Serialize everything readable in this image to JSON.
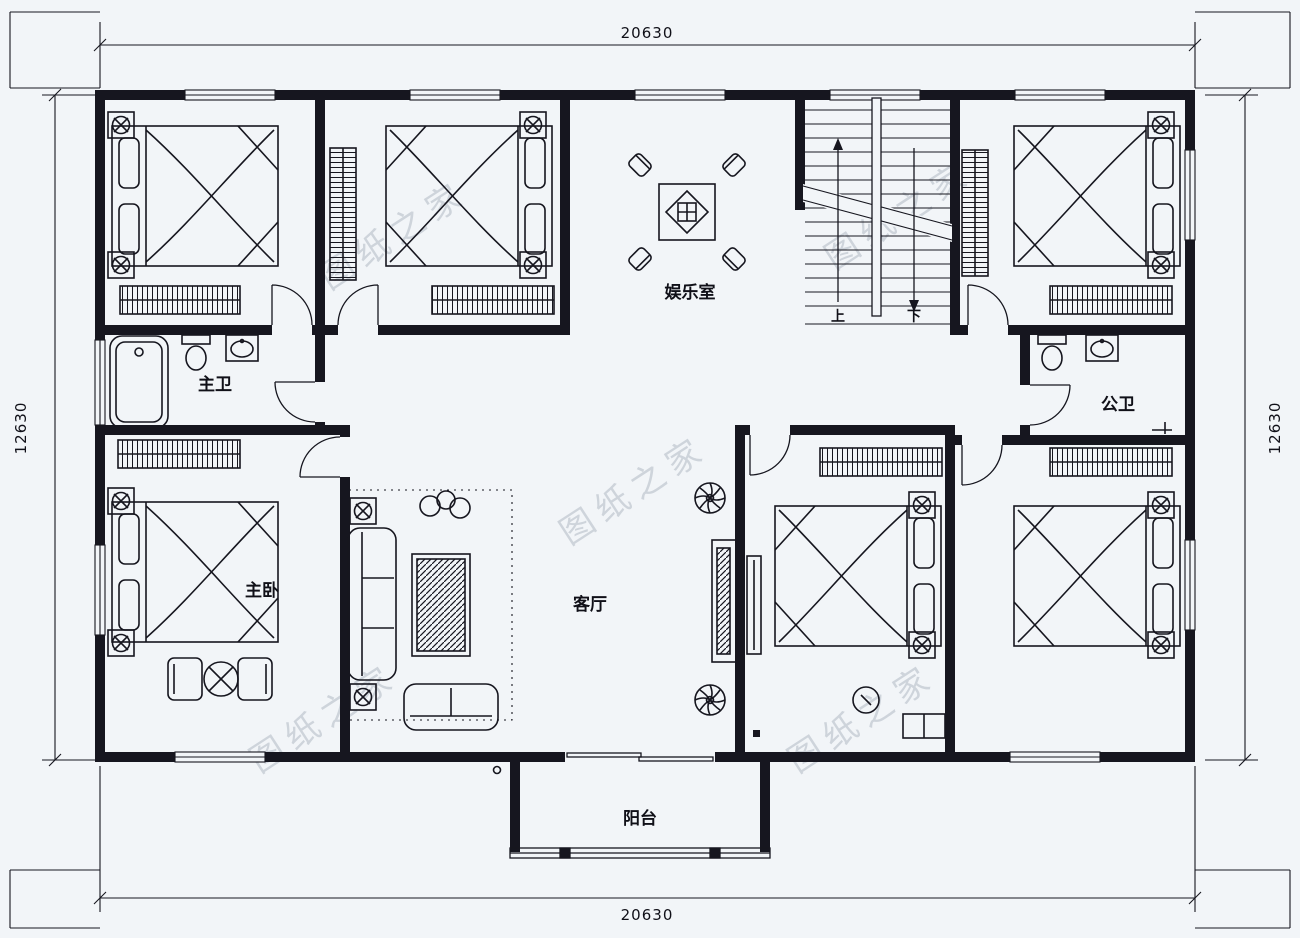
{
  "drawing": {
    "dim_top": "20630",
    "dim_bottom": "20630",
    "dim_left": "12630",
    "dim_right": "12630",
    "rooms": {
      "entertainment": "娱乐室",
      "master_bath": "主卫",
      "public_bath": "公卫",
      "master_bedroom": "主卧",
      "living_room": "客厅",
      "balcony": "阳台"
    },
    "stairs": {
      "up": "上",
      "down": "下"
    },
    "watermark": "图纸之家",
    "colors": {
      "line": "#16161f",
      "background": "#f2f5f8",
      "watermark": "#c6ccd4"
    }
  }
}
